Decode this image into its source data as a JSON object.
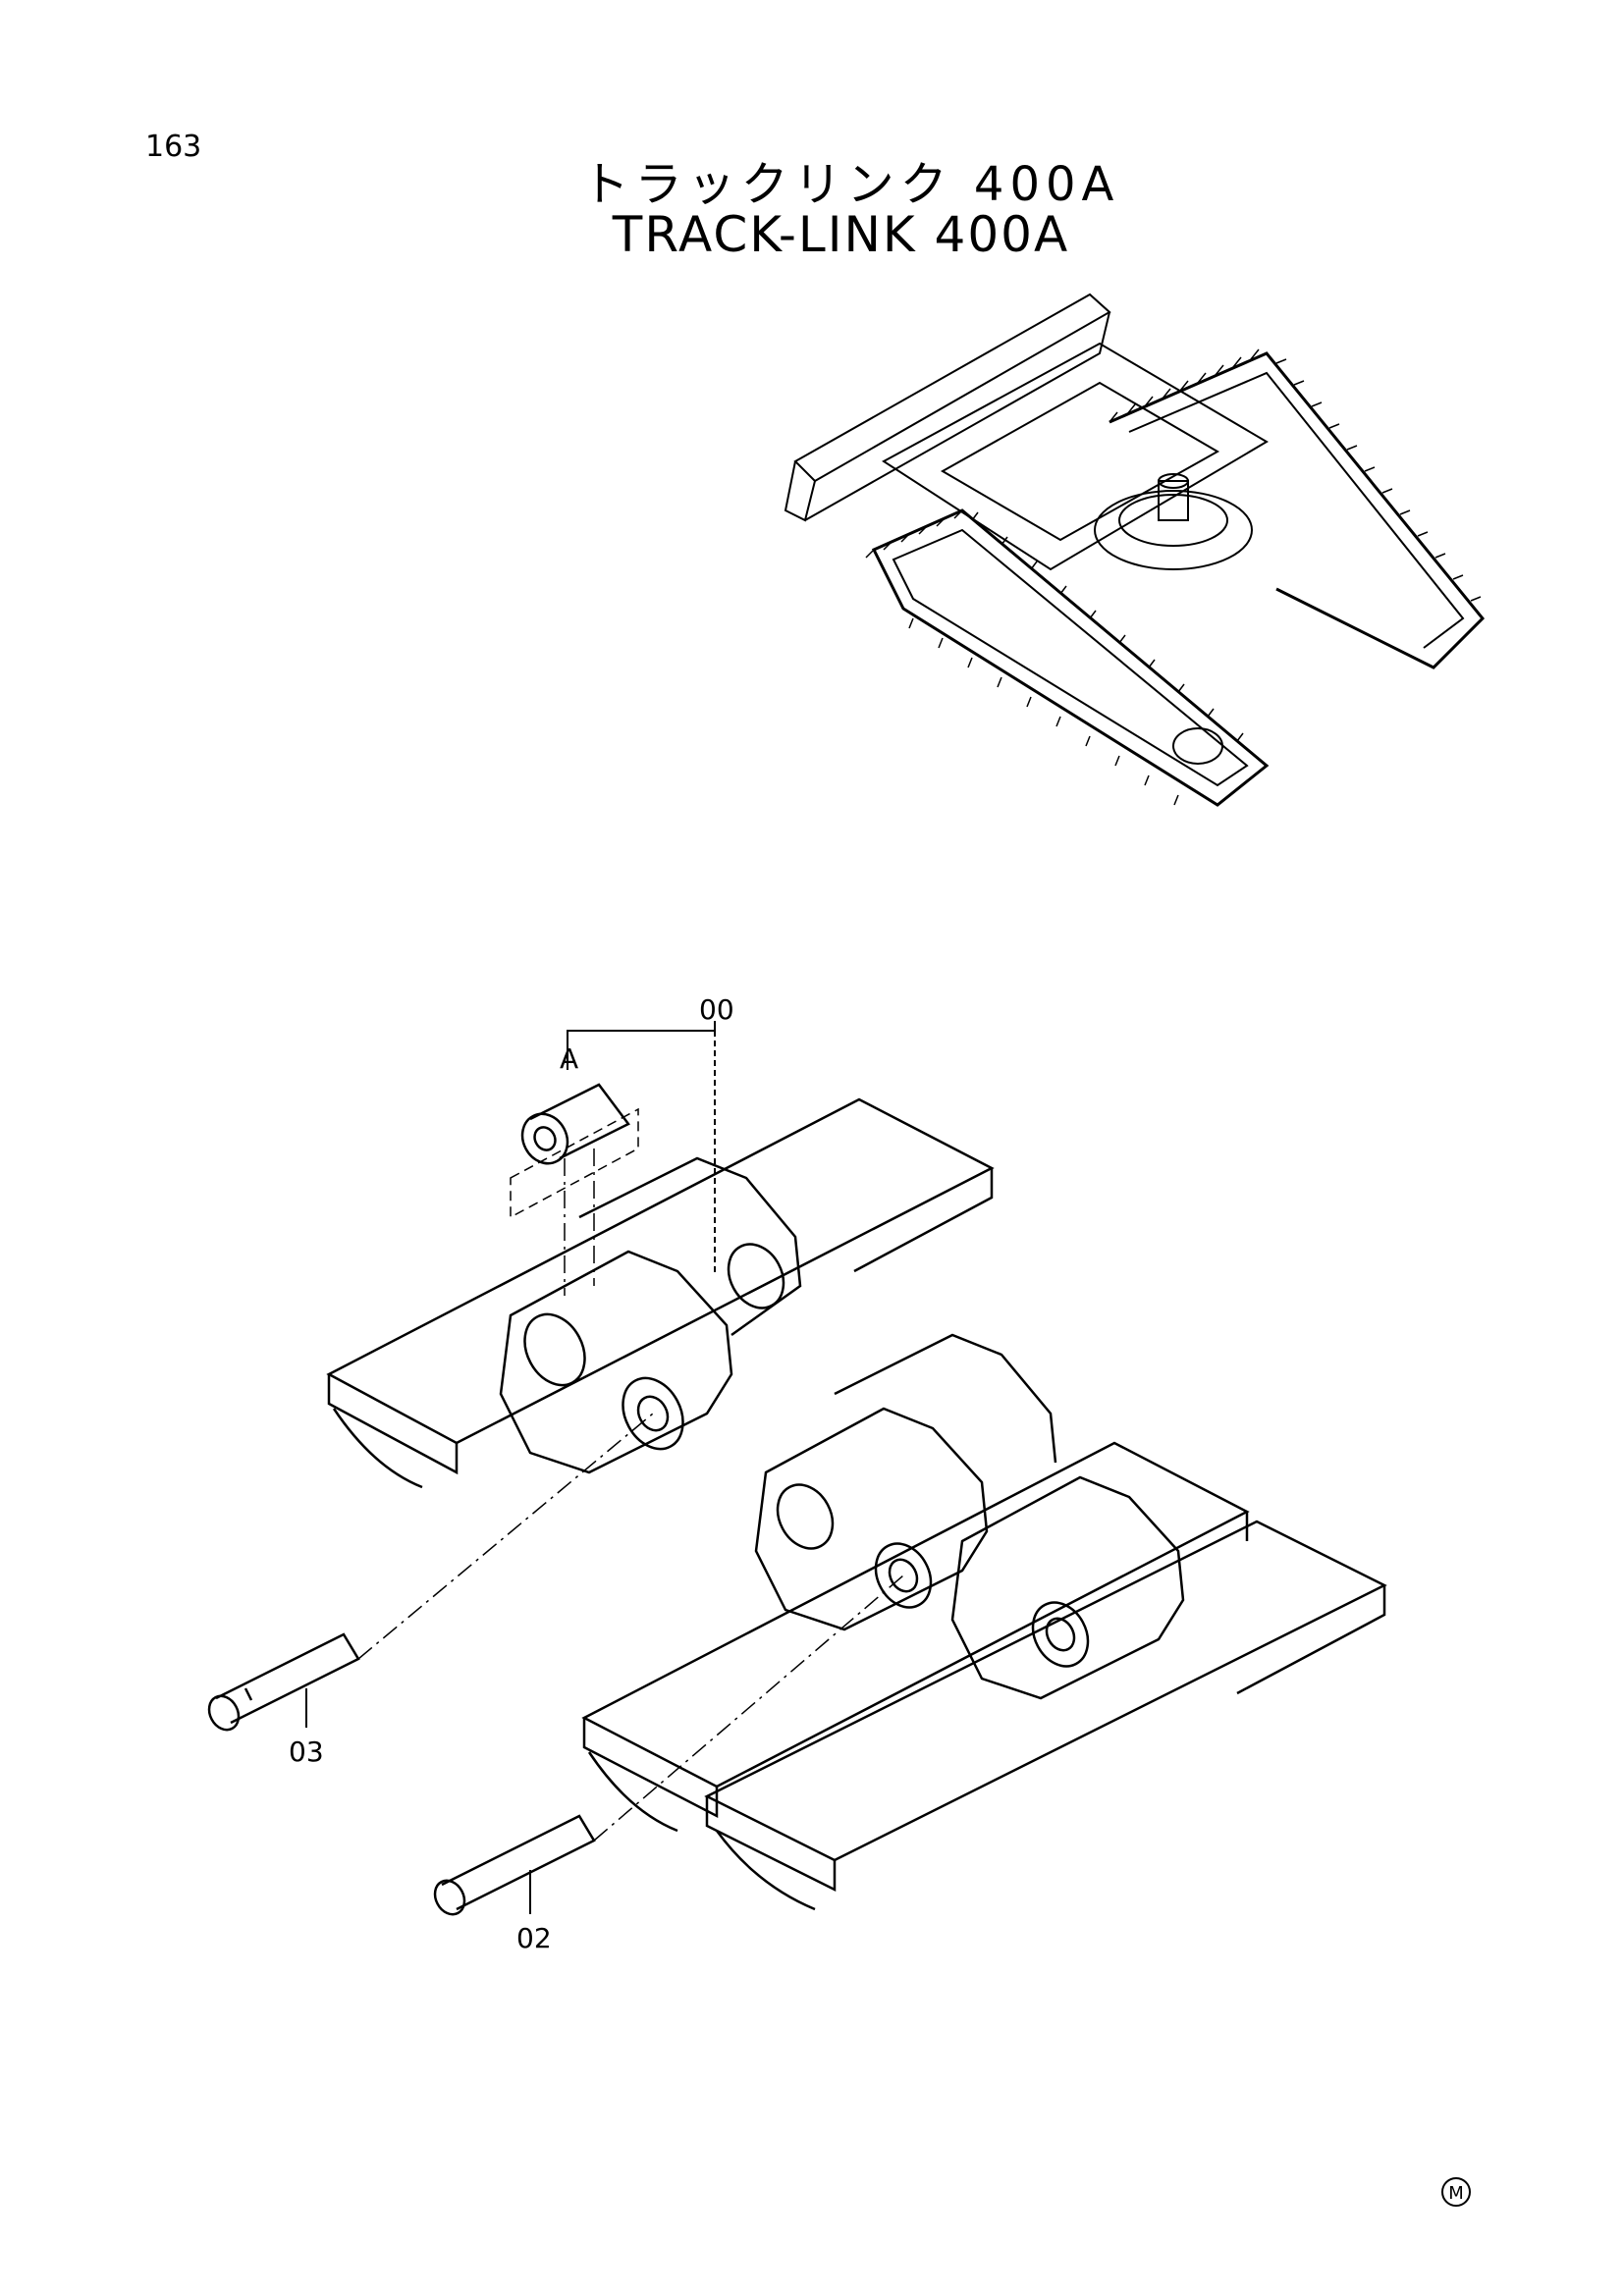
{
  "page": {
    "page_number": "163",
    "title_jp": "トラックリンク 400A",
    "title_en": "TRACK-LINK 400A"
  },
  "callouts": {
    "assembly": "00",
    "sub_a": "A",
    "pin_03": "03",
    "pin_02": "02"
  },
  "footer": {
    "maker_mark": "M"
  }
}
